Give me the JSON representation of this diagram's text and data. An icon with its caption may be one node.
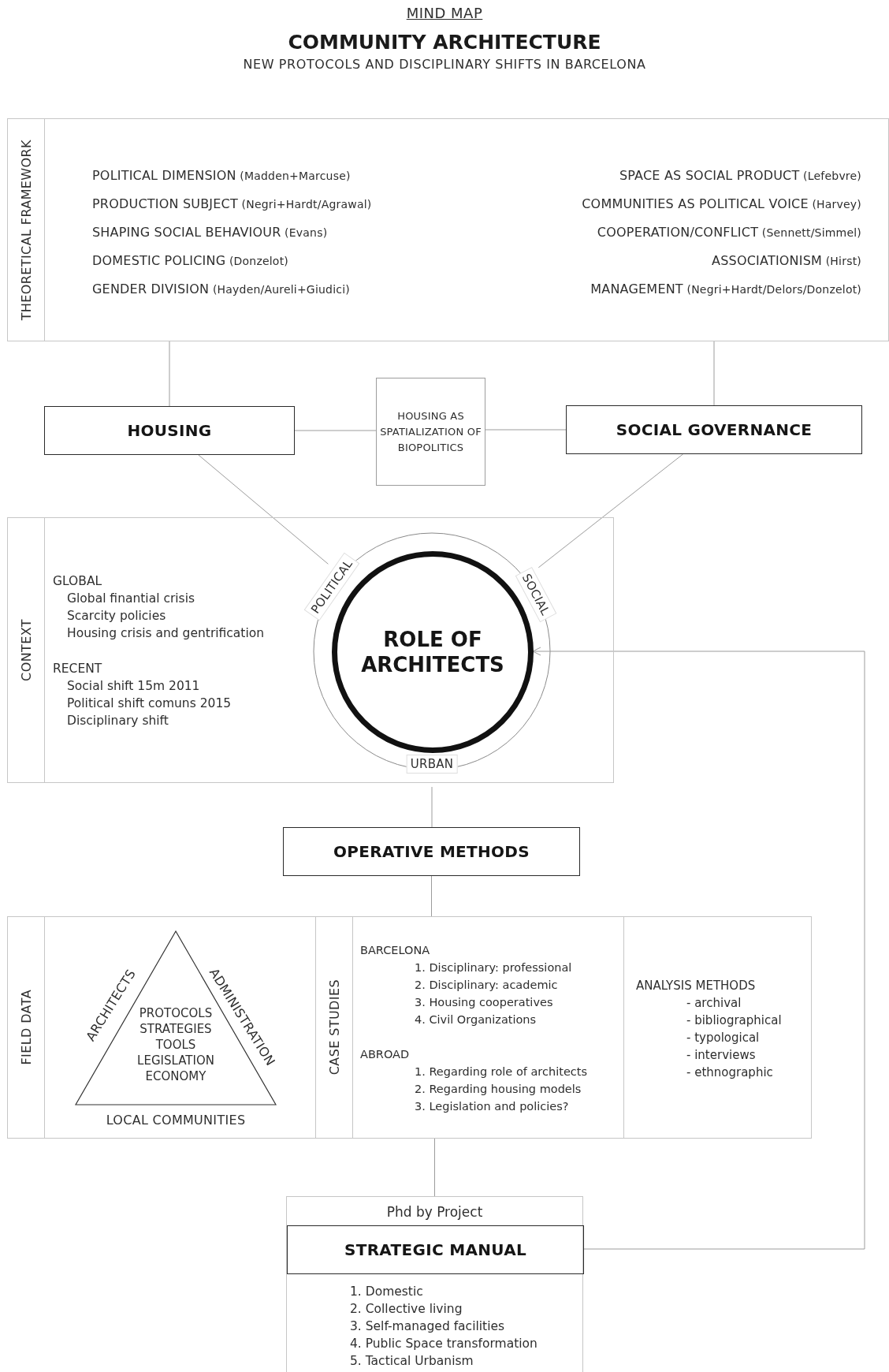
{
  "diagram": {
    "title": "COMMUNITY ARCHITECTURE",
    "nodes": [
      {
        "text": [
          "THEORETICAL FRAMEWORK",
          "POLITICAL DIMENSION (Madden+Marcuse)",
          "PRODUCTION SUBJECT (Negri+Hardt/Agrawal)",
          "SHAPING SOCIAL BEHAVIOUR (Evans)",
          "DOMESTIC POLICING (Donzelot)",
          "GENDER DIVISION (Hayden/Aureli+Giudici)",
          "SPACE AS SOCIAL PRODUCT (Lefebvre)",
          "COMMUNITIES AS POLITICAL VOICE (Harvey)",
          "COOPERATION/CONFLICT (Sennett/Simmel)",
          "ASSOCIATIONISM (Hirst)",
          "MANAGEMENT (Negri+Hardt/Delors/Donzelot)"
        ]
      },
      {
        "text": [
          "HOUSING"
        ]
      },
      {
        "text": [
          "HOUSING AS SPATIALIZATION OF BIOPOLITICS"
        ]
      },
      {
        "text": [
          "SOCIAL GOVERNANCE"
        ]
      },
      {
        "text": [
          "CONTEXT",
          "GLOBAL",
          "Global finantial crisis",
          "Scarcity policies",
          "Housing crisis and gentrification",
          "RECENT",
          "Social shift 15m 2011",
          "Political shift comuns 2015",
          "Disciplinary shift"
        ]
      },
      {
        "text": [
          "ROLE OF ARCHITECTS"
        ],
        "in": 4
      },
      {
        "text": [
          "OPERATIVE METHODS"
        ]
      },
      {
        "text": [
          "FIELD DATA"
        ]
      },
      {
        "text": [
          "PROTOCOLS STRATEGIES TOOLS LEGISLATION ECONOMY"
        ],
        "in": 7,
        "beside": [
          "ARCHITECTS",
          "ADMINISTRATION",
          "LOCAL COMMUNITIES"
        ]
      },
      {
        "text": [
          "CASE STUDIES",
          "BARCELONA",
          "1. Disciplinary: professional",
          "2. Disciplinary: academic",
          "3. Housing cooperatives",
          "4. Civil Organizations",
          "ABROAD",
          "1. Regarding role of architects",
          "2. Regarding housing models",
          "3. Legislation and policies?"
        ]
      },
      {
        "text": [
          "ANALYSIS METHODS",
          "- archival",
          "- bibliographical",
          "- typological",
          "- interviews",
          "- ethnographic"
        ]
      },
      {
        "text": [
          "Phd by Project",
          "1. Domestic",
          "2. Collective living",
          "3. Self-managed facilities",
          "4. Public Space transformation",
          "5. Tactical Urbanism"
        ]
      },
      {
        "text": [
          "STRATEGIC MANUAL"
        ],
        "in": 11
      }
    ],
    "edges": [
      {
        "from": 0,
        "to": 1,
        "arrow": "none"
      },
      {
        "from": 0,
        "to": 3,
        "arrow": "none"
      },
      {
        "from": 1,
        "to": 2,
        "arrow": "none"
      },
      {
        "from": 2,
        "to": 3,
        "arrow": "none"
      },
      {
        "from": 1,
        "to": 5,
        "arrow": "none"
      },
      {
        "from": 3,
        "to": 5,
        "arrow": "none"
      },
      {
        "from": 5,
        "to": 6,
        "arrow": "none"
      },
      {
        "from": 6,
        "to": 9,
        "arrow": "none"
      },
      {
        "from": 9,
        "to": 11,
        "arrow": "none"
      },
      {
        "from": 12,
        "to": 5,
        "arrow": "to"
      }
    ],
    "labels": [
      "MIND MAP",
      "NEW PROTOCOLS AND DISCIPLINARY SHIFTS IN BARCELONA",
      "POLITICAL",
      "SOCIAL",
      "URBAN"
    ]
  }
}
